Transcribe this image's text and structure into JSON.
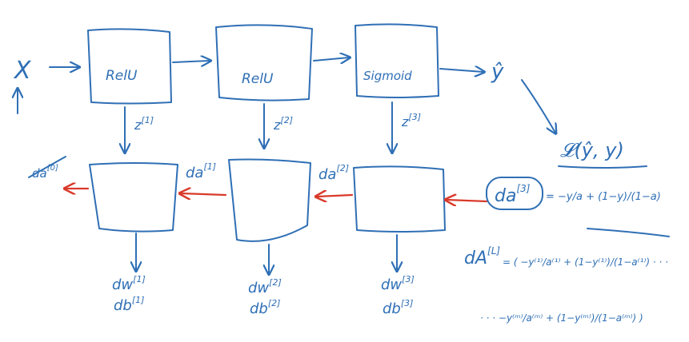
{
  "colors": {
    "ink": "#2f6fb5",
    "back_arrow": "#d93a2b",
    "background": "#ffffff"
  },
  "forward": {
    "input": "X",
    "blocks": [
      "RelU",
      "RelU",
      "Sigmoid"
    ],
    "output": "ŷ",
    "caches": [
      "z",
      "z",
      "z"
    ],
    "cache_superscripts": [
      "[1]",
      "[2]",
      "[3]"
    ]
  },
  "backward": {
    "input_grad": "da",
    "input_grad_sup": "[3]",
    "grads_out": [
      "da",
      "da",
      "da"
    ],
    "grads_out_sup": [
      "[0]",
      "[1]",
      "[2]"
    ],
    "param_grads": [
      {
        "dw": "dw",
        "dw_sup": "[1]",
        "db": "db",
        "db_sup": "[1]"
      },
      {
        "dw": "dw",
        "dw_sup": "[2]",
        "db": "db",
        "db_sup": "[2]"
      },
      {
        "dw": "dw",
        "dw_sup": "[3]",
        "db": "db",
        "db_sup": "[3]"
      }
    ]
  },
  "loss": {
    "label": "𝓛(ŷ, y)",
    "da_eq": "= −y/a + (1−y)/(1−a)",
    "dA": "dA",
    "dA_sup": "[L]",
    "dA_eq_line1": "= ( −y⁽¹⁾/a⁽¹⁾ + (1−y⁽¹⁾)/(1−a⁽¹⁾) · · ·",
    "dA_eq_line2": "· · · −y⁽ᵐ⁾/a⁽ᵐ⁾ + (1−y⁽ᵐ⁾)/(1−a⁽ᵐ⁾) )"
  }
}
